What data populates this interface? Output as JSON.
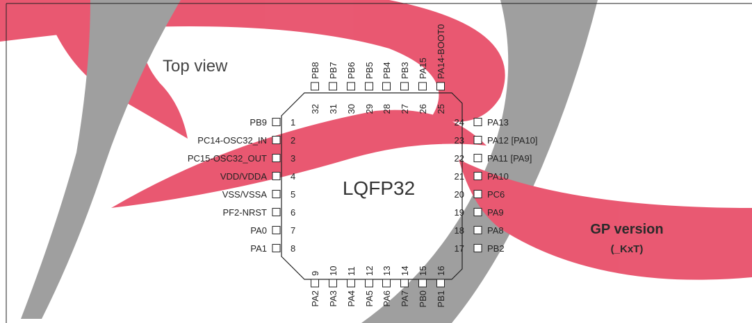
{
  "diagram": {
    "view_label": "Top view",
    "package_label": "LQFP32",
    "version_label": "GP version",
    "version_sub": "(_KxT)",
    "colors": {
      "watermark_red": "#e8506a",
      "watermark_gray": "#9a9a9a",
      "outline": "#222222",
      "version_text": "#2a2a2a"
    },
    "pins_left": [
      {
        "num": "1",
        "name": "PB9"
      },
      {
        "num": "2",
        "name": "PC14-OSC32_IN"
      },
      {
        "num": "3",
        "name": "PC15-OSC32_OUT"
      },
      {
        "num": "4",
        "name": "VDD/VDDA"
      },
      {
        "num": "5",
        "name": "VSS/VSSA"
      },
      {
        "num": "6",
        "name": "PF2-NRST"
      },
      {
        "num": "7",
        "name": "PA0"
      },
      {
        "num": "8",
        "name": "PA1"
      }
    ],
    "pins_bottom": [
      {
        "num": "9",
        "name": "PA2"
      },
      {
        "num": "10",
        "name": "PA3"
      },
      {
        "num": "11",
        "name": "PA4"
      },
      {
        "num": "12",
        "name": "PA5"
      },
      {
        "num": "13",
        "name": "PA6"
      },
      {
        "num": "14",
        "name": "PA7"
      },
      {
        "num": "15",
        "name": "PB0"
      },
      {
        "num": "16",
        "name": "PB1"
      }
    ],
    "pins_right": [
      {
        "num": "17",
        "name": "PB2"
      },
      {
        "num": "18",
        "name": "PA8"
      },
      {
        "num": "19",
        "name": "PA9"
      },
      {
        "num": "20",
        "name": "PC6"
      },
      {
        "num": "21",
        "name": "PA10"
      },
      {
        "num": "22",
        "name": "PA11 [PA9]"
      },
      {
        "num": "23",
        "name": "PA12 [PA10]"
      },
      {
        "num": "24",
        "name": "PA13"
      }
    ],
    "pins_top": [
      {
        "num": "32",
        "name": "PB8"
      },
      {
        "num": "31",
        "name": "PB7"
      },
      {
        "num": "30",
        "name": "PB6"
      },
      {
        "num": "29",
        "name": "PB5"
      },
      {
        "num": "28",
        "name": "PB4"
      },
      {
        "num": "27",
        "name": "PB3"
      },
      {
        "num": "26",
        "name": "PA15"
      },
      {
        "num": "25",
        "name": "PA14-BOOT0"
      }
    ]
  }
}
